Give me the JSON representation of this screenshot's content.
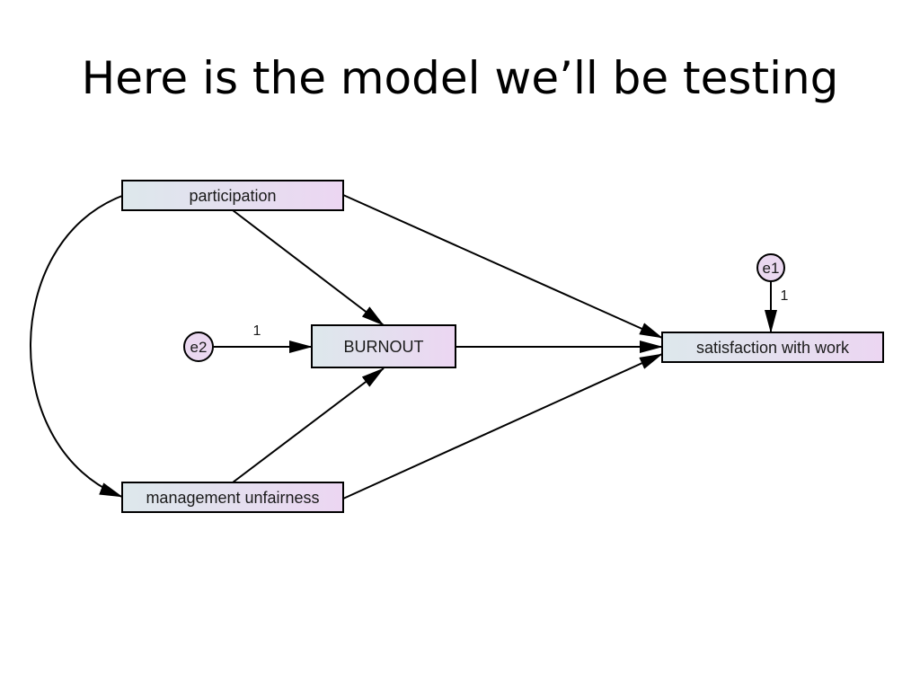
{
  "slide": {
    "title": "Here is the model we’ll be testing"
  },
  "diagram": {
    "observed_variables": {
      "participation": "participation",
      "burnout": "BURNOUT",
      "management_unfairness": "management unfairness",
      "satisfaction": "satisfaction with work"
    },
    "error_terms": {
      "e1": "e1",
      "e2": "e2"
    },
    "path_weights": {
      "e1_to_satisfaction": "1",
      "e2_to_burnout": "1"
    },
    "paths": [
      {
        "from": "participation",
        "to": "BURNOUT",
        "type": "directed"
      },
      {
        "from": "participation",
        "to": "satisfaction with work",
        "type": "directed"
      },
      {
        "from": "management unfairness",
        "to": "BURNOUT",
        "type": "directed"
      },
      {
        "from": "management unfairness",
        "to": "satisfaction with work",
        "type": "directed"
      },
      {
        "from": "BURNOUT",
        "to": "satisfaction with work",
        "type": "directed"
      },
      {
        "from": "e1",
        "to": "satisfaction with work",
        "type": "directed"
      },
      {
        "from": "e2",
        "to": "BURNOUT",
        "type": "directed"
      },
      {
        "from": "participation",
        "to": "management unfairness",
        "type": "covariance"
      }
    ],
    "colors": {
      "box_gradient_start": "#dde8ec",
      "box_gradient_end": "#ecd6f2",
      "error_fill": "#ead8f0",
      "stroke": "#000000"
    }
  }
}
